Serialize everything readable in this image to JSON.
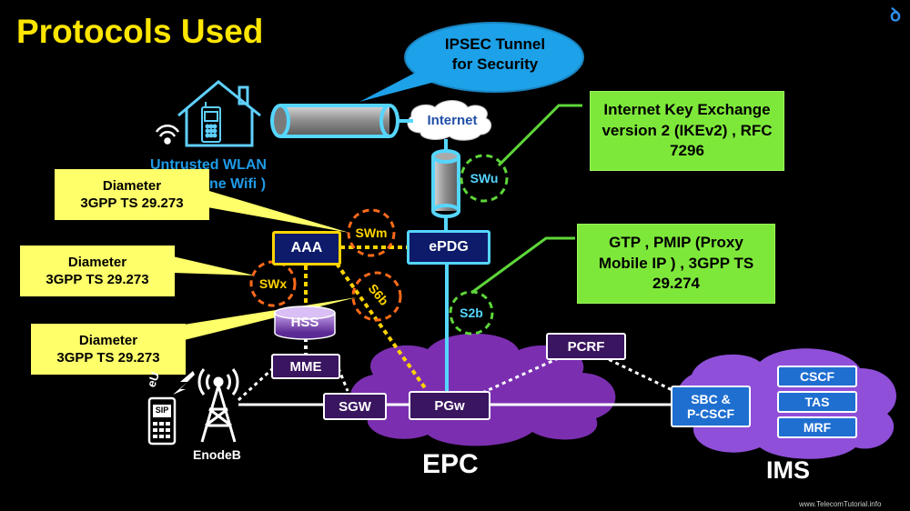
{
  "title": "Protocols Used",
  "logo_glyph": "ꝺ",
  "watermark": "www.TelecomTutorial.info",
  "colors": {
    "title": "#ffe600",
    "green_note": "#7ee83a",
    "yellow_note": "#ffff6a",
    "epc_cloud": "#7b2fb0",
    "ims_cloud": "#8f4fd8",
    "cyan_line": "#55d6ff"
  },
  "ipsec_bubble": {
    "line1": "IPSEC Tunnel",
    "line2": "for Security"
  },
  "internet_label": "Internet",
  "wlan_label": {
    "line1": "Untrusted WLAN",
    "line2": "ne Wifi )"
  },
  "nodes": {
    "aaa": "AAA",
    "epdg": "ePDG",
    "hss": "HSS",
    "mme": "MME",
    "sgw": "SGW",
    "pgw": "PGw",
    "pcrf": "PCRF",
    "sbc_line1": "SBC &",
    "sbc_line2": "P-CSCF",
    "cscf": "CSCF",
    "tas": "TAS",
    "mrf": "MRF"
  },
  "interfaces": {
    "swu": "SWu",
    "swm": "SWm",
    "swx": "SWx",
    "s6b": "S6b",
    "s2b": "S2b"
  },
  "notes": {
    "ikev2": {
      "line1": "Internet Key Exchange",
      "line2": "version 2 (IKEv2) , RFC",
      "line3": "7296"
    },
    "gtp": {
      "line1": "GTP , PMIP (Proxy",
      "line2": "Mobile IP ) , 3GPP TS",
      "line3": "29.274"
    },
    "diameter1": {
      "line1": "Diameter",
      "line2": "3GPP TS 29.273"
    },
    "diameter2": {
      "line1": "Diameter",
      "line2": "3GPP TS 29.273"
    },
    "diameter3": {
      "line1": "Diameter",
      "line2": "3GPP TS 29.273"
    }
  },
  "phone_label": "SIP",
  "eu_label": "eU",
  "enodeb_label": "EnodeB",
  "epc_label": "EPC",
  "ims_label": "IMS"
}
